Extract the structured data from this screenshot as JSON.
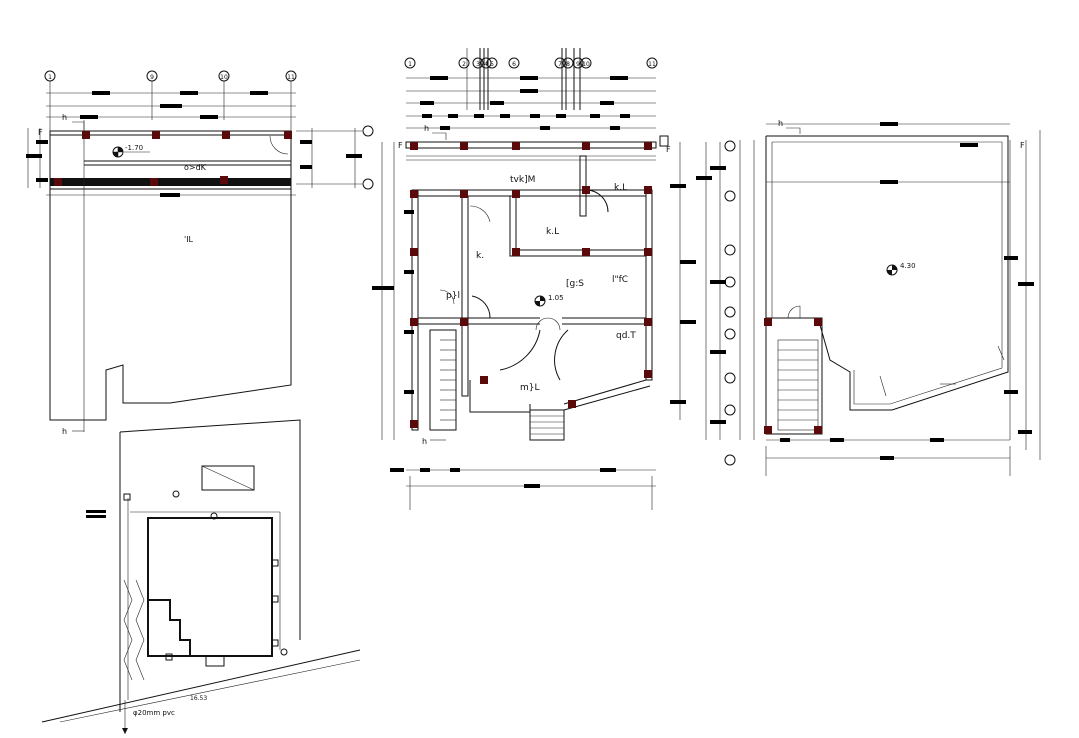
{
  "plan_left": {
    "room_label": "o>dK",
    "area_label": "'IL",
    "level": "-1.70",
    "section_mark": "h",
    "grid_labels": [
      "1",
      "9",
      "10",
      "11"
    ],
    "axis_label": "F"
  },
  "plan_center": {
    "room_labels": [
      "tvk]M",
      "k.L",
      "k.L",
      "k.",
      "[g:S",
      "l\"fC",
      "p}l",
      "qd.T",
      "m}L"
    ],
    "level": "1.05",
    "section_mark": "h",
    "axis_label": "F",
    "grid_labels": [
      "1",
      "2",
      "3",
      "4",
      "5",
      "6",
      "7",
      "8",
      "9",
      "10",
      "11"
    ]
  },
  "plan_right": {
    "level": "4.30",
    "section_mark": "h",
    "axis_label": "F"
  },
  "site_plan": {
    "pipe_label": "φ20mm pvc",
    "slope_label": "16.53"
  },
  "colors": {
    "line": "#111111",
    "column": "#5a0a0a",
    "background": "#ffffff"
  }
}
